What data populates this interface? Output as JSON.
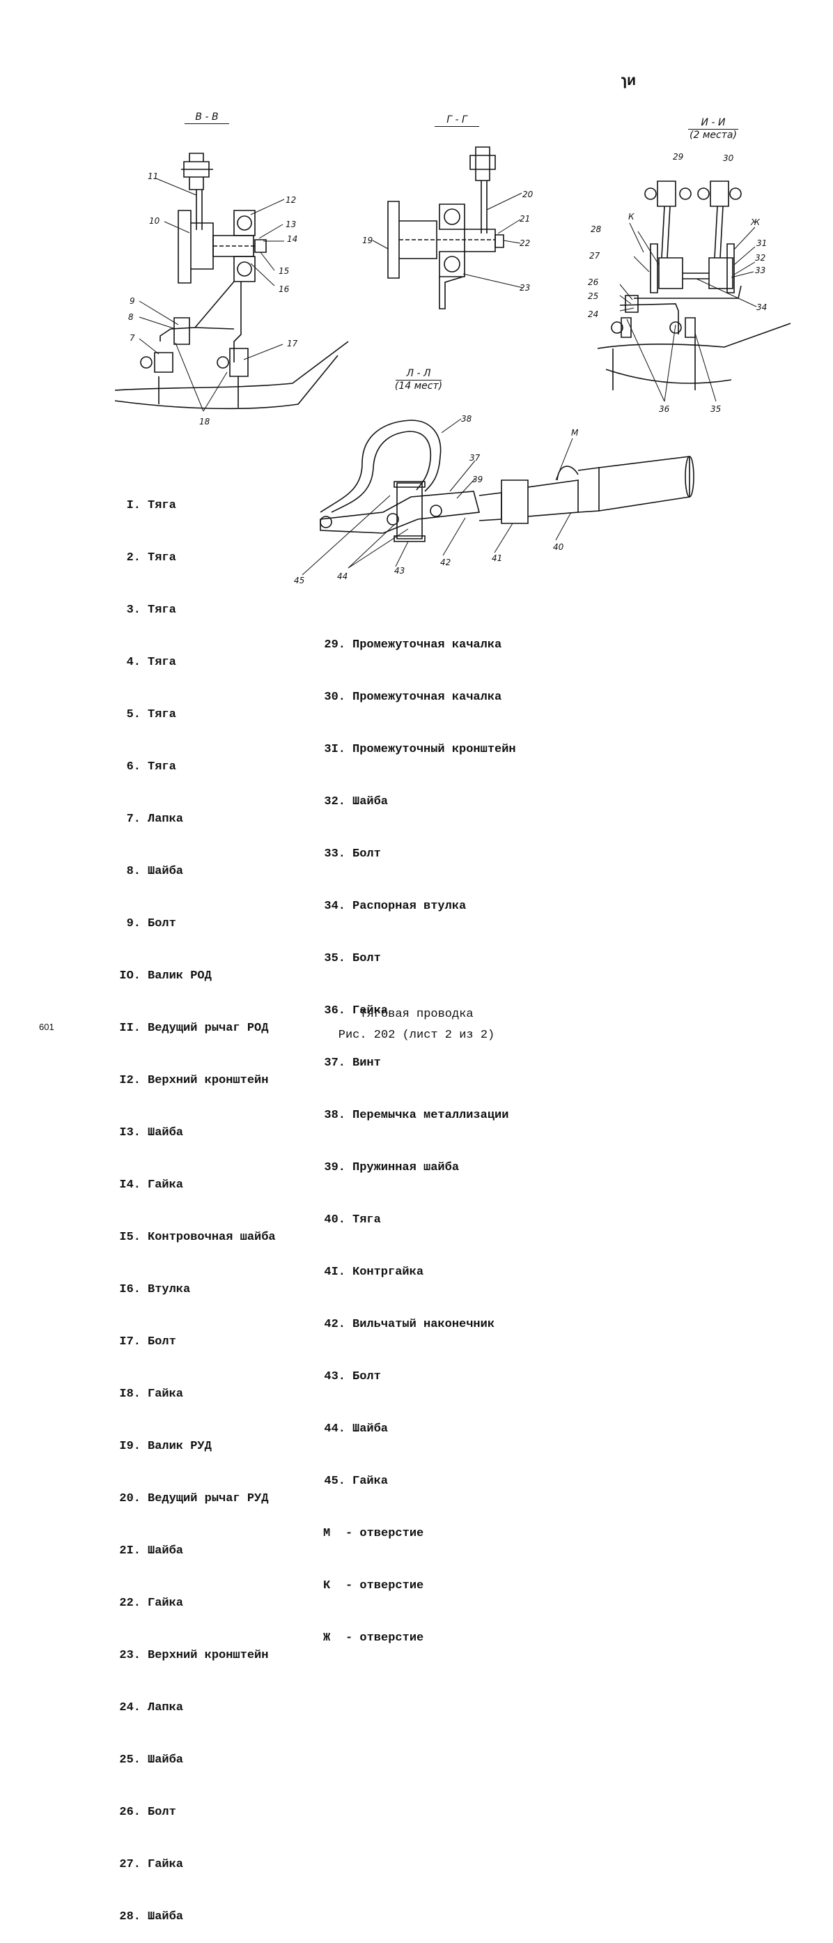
{
  "corner_mark": "ɿи",
  "page_number": "601",
  "sections": {
    "bb": {
      "label": "В - В",
      "callouts": [
        "11",
        "10",
        "12",
        "13",
        "14",
        "15",
        "16",
        "9",
        "8",
        "7",
        "17",
        "18"
      ]
    },
    "gg": {
      "label": "Г - Г",
      "callouts": [
        "20",
        "21",
        "19",
        "22",
        "23"
      ]
    },
    "ii": {
      "label": "И - И",
      "sublabel": "(2 места)",
      "callouts": [
        "29",
        "30",
        "К",
        "Ж",
        "28",
        "27",
        "31",
        "32",
        "33",
        "26",
        "25",
        "24",
        "34",
        "36",
        "35"
      ]
    },
    "ll": {
      "label": "Л - Л",
      "sublabel": "(14 мест)",
      "callouts": [
        "38",
        "М",
        "37",
        "39",
        "45",
        "44",
        "43",
        "42",
        "41",
        "40"
      ]
    }
  },
  "legend_left": [
    {
      "num": "I.",
      "text": "Тяга"
    },
    {
      "num": "2.",
      "text": "Тяга"
    },
    {
      "num": "3.",
      "text": "Тяга"
    },
    {
      "num": "4.",
      "text": "Тяга"
    },
    {
      "num": "5.",
      "text": "Тяга"
    },
    {
      "num": "6.",
      "text": "Тяга"
    },
    {
      "num": "7.",
      "text": "Лапка"
    },
    {
      "num": "8.",
      "text": "Шайба"
    },
    {
      "num": "9.",
      "text": "Болт"
    },
    {
      "num": "IO.",
      "text": "Валик РОД"
    },
    {
      "num": "II.",
      "text": "Ведущий рычаг РОД"
    },
    {
      "num": "I2.",
      "text": "Верхний кронштейн"
    },
    {
      "num": "I3.",
      "text": "Шайба"
    },
    {
      "num": "I4.",
      "text": "Гайка"
    },
    {
      "num": "I5.",
      "text": "Контровочная шайба"
    },
    {
      "num": "I6.",
      "text": "Втулка"
    },
    {
      "num": "I7.",
      "text": "Болт"
    },
    {
      "num": "I8.",
      "text": "Гайка"
    },
    {
      "num": "I9.",
      "text": "Валик РУД"
    },
    {
      "num": "20.",
      "text": "Ведущий рычаг РУД"
    },
    {
      "num": "2I.",
      "text": "Шайба"
    },
    {
      "num": "22.",
      "text": "Гайка"
    },
    {
      "num": "23.",
      "text": "Верхний кронштейн"
    },
    {
      "num": "24.",
      "text": "Лапка"
    },
    {
      "num": "25.",
      "text": "Шайба"
    },
    {
      "num": "26.",
      "text": "Болт"
    },
    {
      "num": "27.",
      "text": "Гайка"
    },
    {
      "num": "28.",
      "text": "Шайба"
    }
  ],
  "legend_right": [
    {
      "num": "29.",
      "text": "Промежуточная качалка"
    },
    {
      "num": "30.",
      "text": "Промежуточная качалка"
    },
    {
      "num": "3I.",
      "text": "Промежуточный кронштейн"
    },
    {
      "num": "32.",
      "text": "Шайба"
    },
    {
      "num": "33.",
      "text": "Болт"
    },
    {
      "num": "34.",
      "text": "Распорная втулка"
    },
    {
      "num": "35.",
      "text": "Болт"
    },
    {
      "num": "36.",
      "text": "Гайка"
    },
    {
      "num": "37.",
      "text": "Винт"
    },
    {
      "num": "38.",
      "text": "Перемычка металлизации"
    },
    {
      "num": "39.",
      "text": "Пружинная шайба"
    },
    {
      "num": "40.",
      "text": "Тяга"
    },
    {
      "num": "4I.",
      "text": "Контргайка"
    },
    {
      "num": "42.",
      "text": "Вильчатый наконечник"
    },
    {
      "num": "43.",
      "text": "Болт"
    },
    {
      "num": "44.",
      "text": "Шайба"
    },
    {
      "num": "45.",
      "text": "Гайка"
    },
    {
      "num": "М",
      "text": "- отверстие"
    },
    {
      "num": "К",
      "text": "- отверстие"
    },
    {
      "num": "Ж",
      "text": "- отверстие"
    }
  ],
  "caption": {
    "title": "Тяговая проводка",
    "figure": "Рис. 202 (лист 2 из 2)"
  }
}
